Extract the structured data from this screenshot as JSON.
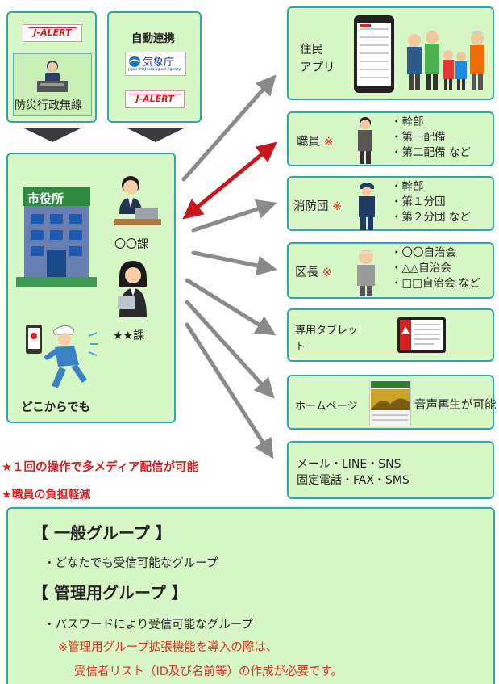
{
  "sources": {
    "box1": {
      "logo": "J-ALERT",
      "label": "防災行政無線"
    },
    "box2": {
      "title": "自動連携",
      "jma_logo": "気象庁",
      "jma_sub": "Japan Meteorological Agency",
      "logo": "J-ALERT"
    }
  },
  "city_hall": {
    "building_sign": "市役所",
    "dept1": "〇〇課",
    "dept2": "★★課",
    "anywhere": "どこからでも"
  },
  "targets": [
    {
      "id": "resident-app",
      "label_lines": [
        "住民",
        "アプリ"
      ]
    },
    {
      "id": "staff",
      "label": "職員",
      "mark": "※",
      "items": [
        "・幹部",
        "・第一配備",
        "・第二配備 など"
      ]
    },
    {
      "id": "fire-corps",
      "label": "消防団",
      "mark": "※",
      "items": [
        "・幹部",
        "・第１分団",
        "・第２分団 など"
      ]
    },
    {
      "id": "ward-chief",
      "label": "区長",
      "mark": "※",
      "items": [
        "・〇〇自治会",
        "・△△自治会",
        "・□□自治会 など"
      ]
    },
    {
      "id": "tablet",
      "label_lines": [
        "専用タブレッ",
        "ト"
      ]
    },
    {
      "id": "homepage",
      "label": "ホームページ",
      "extra": "音声再生が可能"
    },
    {
      "id": "mail",
      "label_lines": [
        "メール・LINE・SNS",
        "固定電話・FAX・SMS"
      ]
    }
  ],
  "benefits": [
    "★１回の操作で多メディア配信が可能",
    "★職員の負担軽減"
  ],
  "groups": {
    "general_title": "【 一般グループ 】",
    "general_desc": "・どなたでも受信可能なグループ",
    "admin_title": "【 管理用グループ 】",
    "admin_desc": "・パスワードにより受信可能なグループ",
    "note1": "※管理用グループ拡張機能を導入の際は、",
    "note2": "受信者リスト（ID及び名前等）の作成が必要です。"
  },
  "colors": {
    "box_fill": "#d7f7c6",
    "box_border": "#2fa7b3",
    "accent_red": "#d61f1f",
    "arrow_gray": "#8a8a8a",
    "arrow_red": "#c8181e"
  }
}
